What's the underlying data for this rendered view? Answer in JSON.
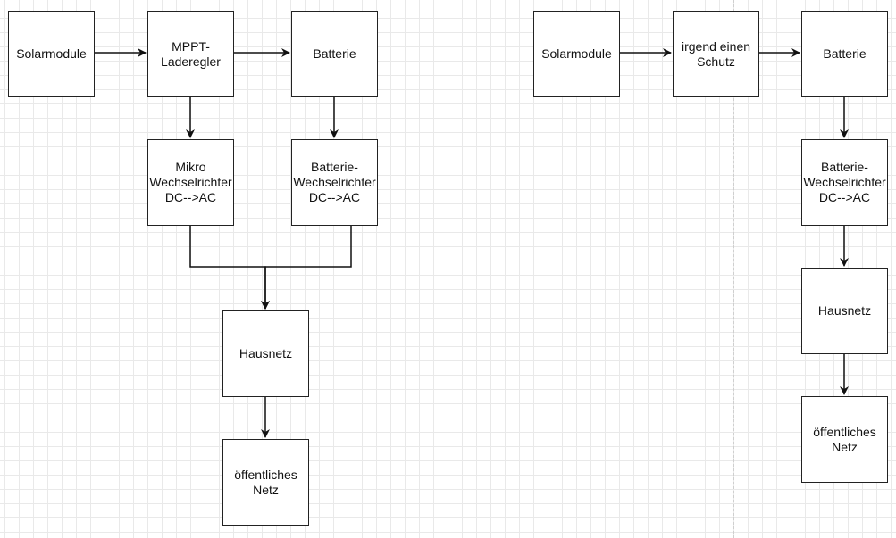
{
  "diagram": {
    "left": {
      "solar": "Solarmodule",
      "mppt": "MPPT-\nLaderegler",
      "battery": "Batterie",
      "micro_inverter": "Mikro\nWechselrichter\nDC-->AC",
      "battery_inverter": "Batterie-\nWechselrichter\nDC-->AC",
      "house_grid": "Hausnetz",
      "public_grid": "öffentliches\nNetz"
    },
    "right": {
      "solar": "Solarmodule",
      "protection": "irgend einen\nSchutz",
      "battery": "Batterie",
      "battery_inverter": "Batterie-\nWechselrichter\nDC-->AC",
      "house_grid": "Hausnetz",
      "public_grid": "öffentliches\nNetz"
    }
  }
}
